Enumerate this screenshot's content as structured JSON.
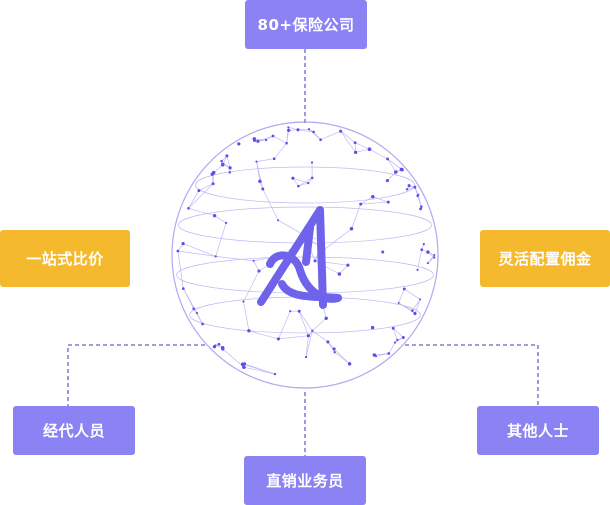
{
  "diagram": {
    "nodes": {
      "top": "80+保险公司",
      "left": "一站式比价",
      "right": "灵活配置佣金",
      "bottom_left": "经代人员",
      "bottom": "直销业务员",
      "bottom_right": "其他人士"
    },
    "logo_icon": "stylized-a-logo-icon",
    "sphere_icon": "network-globe-icon"
  },
  "colors": {
    "primary_purple": "#8b82f3",
    "accent_orange": "#f5b92d",
    "network_line": "#9a94ec",
    "network_dot": "#5a50e8",
    "logo_purple": "#6e63ea",
    "connector": "#6a62c9"
  }
}
